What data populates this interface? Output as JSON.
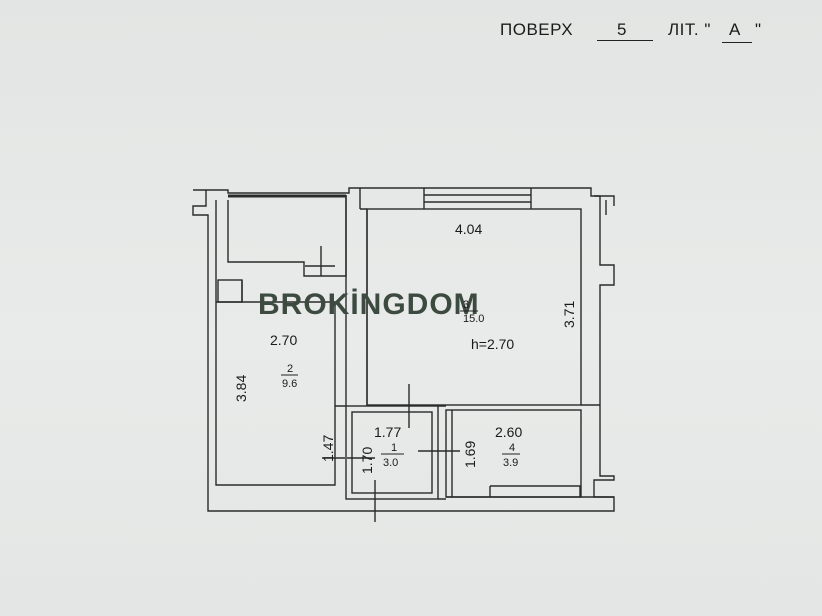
{
  "header": {
    "floor_label": "ПОВЕРХ",
    "floor_value": "5",
    "letter_label": "ЛІТ. \"",
    "letter_value": "А",
    "letter_close": "\""
  },
  "watermark": "BROKİNGDOM",
  "rooms": [
    {
      "number": "1",
      "area": "3.0"
    },
    {
      "number": "2",
      "area": "9.6"
    },
    {
      "number": "3",
      "area": "15.0"
    },
    {
      "number": "4",
      "area": "3.9"
    }
  ],
  "dimensions": {
    "room3_width": "4.04",
    "room3_depth": "3.71",
    "room3_height": "h=2.70",
    "room2_width": "2.70",
    "room2_depth": "3.84",
    "room1_width": "1.77",
    "room1_depth": "1.70",
    "corridor_depth": "1.47",
    "room4_width": "2.60",
    "room4_depth": "1.69"
  }
}
